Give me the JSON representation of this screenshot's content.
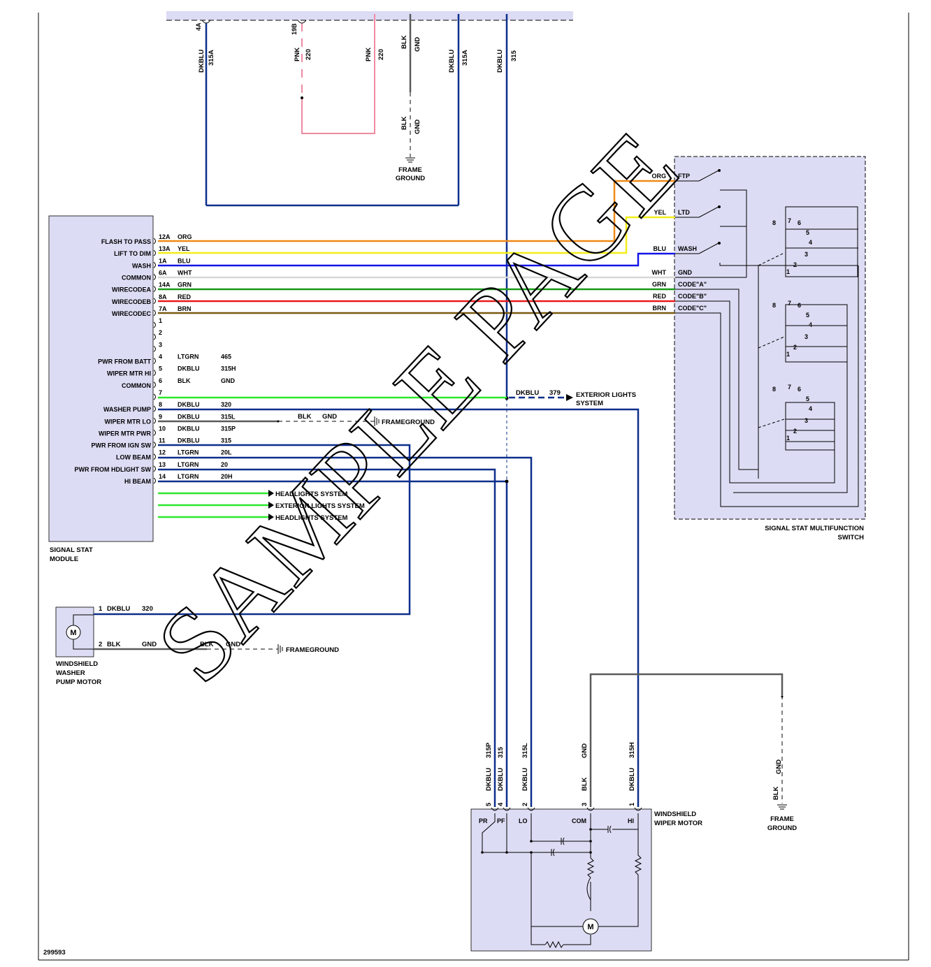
{
  "colors": {
    "DKBLU": "#0d2f8c",
    "ORG": "#f08a16",
    "YEL": "#f2ee18",
    "BLU": "#1414e6",
    "WHT": "#d8d8d8",
    "GRN": "#189a18",
    "RED": "#ea1a1a",
    "BRN": "#7a5a10",
    "LTGRN": "#2ce82c",
    "PNK": "#f08aa2",
    "BLK": "#5a5a5a",
    "BOX": "#dcdcf4"
  },
  "top": {
    "pins": [
      "4A",
      "19B"
    ],
    "wires": [
      {
        "color": "DKBLU",
        "circuit": "315A"
      },
      {
        "color": "PNK",
        "circuit": "220"
      },
      {
        "color": "PNK",
        "circuit": "220"
      },
      {
        "color": "BLK",
        "circuit": "GND"
      },
      {
        "color": "DKBLU",
        "circuit": "315A"
      },
      {
        "color": "DKBLU",
        "circuit": "315"
      },
      {
        "color": "BLK",
        "circuit": "GND"
      }
    ],
    "frame_ground": [
      "FRAME",
      "GROUND"
    ]
  },
  "module": {
    "caption": [
      "SIGNAL STAT",
      "MODULE"
    ],
    "rows": [
      {
        "label": "FLASH TO PASS",
        "pin": "12A",
        "color": "ORG",
        "wire": "ORG",
        "circuit": ""
      },
      {
        "label": "LIFT TO DIM",
        "pin": "13A",
        "color": "YEL",
        "wire": "YEL",
        "circuit": ""
      },
      {
        "label": "WASH",
        "pin": "1A",
        "color": "BLU",
        "wire": "BLU",
        "circuit": ""
      },
      {
        "label": "COMMON",
        "pin": "6A",
        "color": "WHT",
        "wire": "WHT",
        "circuit": ""
      },
      {
        "label": "WIRECODEA",
        "pin": "14A",
        "color": "GRN",
        "wire": "GRN",
        "circuit": ""
      },
      {
        "label": "WIRECODEB",
        "pin": "8A",
        "color": "RED",
        "wire": "RED",
        "circuit": ""
      },
      {
        "label": "WIRECODEC",
        "pin": "7A",
        "color": "BRN",
        "wire": "BRN",
        "circuit": ""
      },
      {
        "label": "",
        "pin": "1",
        "color": "",
        "wire": "",
        "circuit": ""
      },
      {
        "label": "",
        "pin": "2",
        "color": "",
        "wire": "",
        "circuit": ""
      },
      {
        "label": "",
        "pin": "3",
        "color": "",
        "wire": "",
        "circuit": ""
      },
      {
        "label": "PWR FROM BATT",
        "pin": "4",
        "color": "LTGRN",
        "wire": "LTGRN",
        "circuit": "465"
      },
      {
        "label": "WIPER MTR HI",
        "pin": "5",
        "color": "DKBLU",
        "wire": "DKBLU",
        "circuit": "315H"
      },
      {
        "label": "COMMON",
        "pin": "6",
        "color": "BLK",
        "wire": "BLK",
        "circuit": "GND"
      },
      {
        "label": "",
        "pin": "7",
        "color": "",
        "wire": "",
        "circuit": ""
      },
      {
        "label": "WASHER PUMP",
        "pin": "8",
        "color": "DKBLU",
        "wire": "DKBLU",
        "circuit": "320"
      },
      {
        "label": "WIPER MTR LO",
        "pin": "9",
        "color": "DKBLU",
        "wire": "DKBLU",
        "circuit": "315L"
      },
      {
        "label": "WIPER MTR PWR",
        "pin": "10",
        "color": "DKBLU",
        "wire": "DKBLU",
        "circuit": "315P"
      },
      {
        "label": "PWR FROM IGN SW",
        "pin": "11",
        "color": "DKBLU",
        "wire": "DKBLU",
        "circuit": "315"
      },
      {
        "label": "LOW BEAM",
        "pin": "12",
        "color": "LTGRN",
        "wire": "LTGRN",
        "circuit": "20L"
      },
      {
        "label": "PWR FROM HDLIGHT SW",
        "pin": "13",
        "color": "LTGRN",
        "wire": "LTGRN",
        "circuit": "20"
      },
      {
        "label": "HI BEAM",
        "pin": "14",
        "color": "LTGRN",
        "wire": "LTGRN",
        "circuit": "20H"
      }
    ]
  },
  "module_extra": {
    "common_gnd_cont": {
      "wire": "BLK",
      "circuit": "GND",
      "ground": "FRAMEGROUND"
    },
    "batt_cont": {
      "wire": "DKBLU",
      "circuit": "379",
      "dest": [
        "EXTERIOR LIGHTS",
        "SYSTEM"
      ]
    },
    "low_beam_dest": "HEADLIGHTS SYSTEM",
    "hdlight_dest": "EXTERIOR LIGHTS SYSTEM",
    "hi_beam_dest": "HEADLIGHTS SYSTEM"
  },
  "switch": {
    "caption": [
      "SIGNAL STAT MULTIFUNCTION",
      "SWITCH"
    ],
    "rows": [
      {
        "wire": "ORG",
        "label": "FTP"
      },
      {
        "wire": "YEL",
        "label": "LTD"
      },
      {
        "wire": "BLU",
        "label": "WASH"
      },
      {
        "wire": "WHT",
        "label": "GND"
      },
      {
        "wire": "GRN",
        "label": "CODE\"A\""
      },
      {
        "wire": "RED",
        "label": "CODE\"B\""
      },
      {
        "wire": "BRN",
        "label": "CODE\"C\""
      }
    ],
    "contact_nums": [
      "8",
      "7",
      "6",
      "5",
      "4",
      "3",
      "2",
      "1"
    ]
  },
  "pump": {
    "caption": [
      "WINDSHIELD",
      "WASHER",
      "PUMP MOTOR"
    ],
    "motor_symbol": "M",
    "pin1": {
      "pin": "1",
      "wire": "DKBLU",
      "circuit": "320"
    },
    "pin2": {
      "pin": "2",
      "wire": "BLK",
      "circuit": "GND",
      "cont_wire": "BLK",
      "cont_circuit": "GND",
      "ground": "FRAMEGROUND"
    }
  },
  "wiper": {
    "caption": [
      "WINDSHIELD",
      "WIPER MOTOR"
    ],
    "motor_symbol": "M",
    "pins": [
      {
        "pin": "5",
        "wire": "DKBLU",
        "circuit": "315P",
        "term": "PR"
      },
      {
        "pin": "4",
        "wire": "DKBLU",
        "circuit": "315",
        "term": "PF"
      },
      {
        "pin": "2",
        "wire": "DKBLU",
        "circuit": "315L",
        "term": "LO"
      },
      {
        "pin": "3",
        "wire": "BLK",
        "circuit": "GND",
        "term": "COM"
      },
      {
        "pin": "1",
        "wire": "DKBLU",
        "circuit": "315H",
        "term": "HI"
      }
    ],
    "ground": {
      "wire": "BLK",
      "circuit": "GND",
      "label": [
        "FRAME",
        "GROUND"
      ]
    }
  },
  "footer": {
    "code": "299593"
  },
  "watermark": "SAMPLE PAGE"
}
